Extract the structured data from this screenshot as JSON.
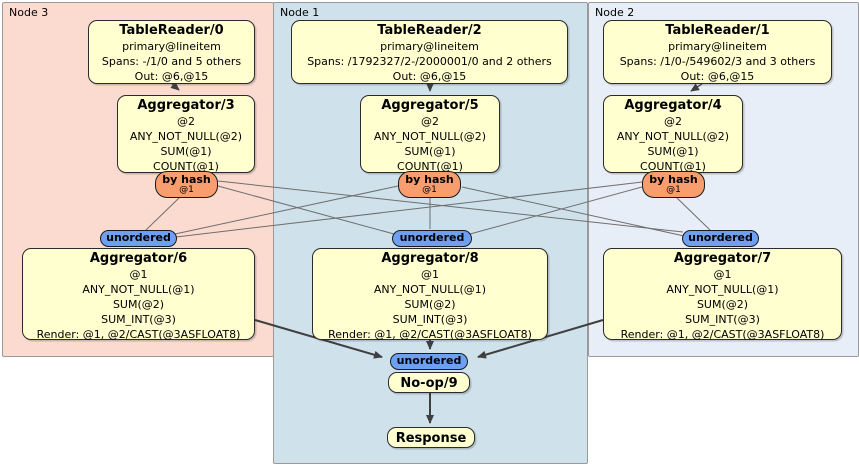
{
  "regions": {
    "node3": {
      "label": "Node 3"
    },
    "node1": {
      "label": "Node 1"
    },
    "node2": {
      "label": "Node 2"
    }
  },
  "boxes": {
    "tr0": {
      "title": "TableReader/0",
      "lines": [
        "primary@lineitem",
        "Spans: -/1/0 and 5 others",
        "Out: @6,@15"
      ]
    },
    "tr2": {
      "title": "TableReader/2",
      "lines": [
        "primary@lineitem",
        "Spans: /1792327/2-/2000001/0 and 2 others",
        "Out: @6,@15"
      ]
    },
    "tr1": {
      "title": "TableReader/1",
      "lines": [
        "primary@lineitem",
        "Spans: /1/0-/549602/3 and 3 others",
        "Out: @6,@15"
      ]
    },
    "agg3": {
      "title": "Aggregator/3",
      "lines": [
        "@2",
        "ANY_NOT_NULL(@2)",
        "SUM(@1)",
        "COUNT(@1)"
      ]
    },
    "agg5": {
      "title": "Aggregator/5",
      "lines": [
        "@2",
        "ANY_NOT_NULL(@2)",
        "SUM(@1)",
        "COUNT(@1)"
      ]
    },
    "agg4": {
      "title": "Aggregator/4",
      "lines": [
        "@2",
        "ANY_NOT_NULL(@2)",
        "SUM(@1)",
        "COUNT(@1)"
      ]
    },
    "agg6": {
      "title": "Aggregator/6",
      "lines": [
        "@1",
        "ANY_NOT_NULL(@1)",
        "SUM(@2)",
        "SUM_INT(@3)",
        "Render: @1, @2/CAST(@3ASFLOAT8)"
      ]
    },
    "agg8": {
      "title": "Aggregator/8",
      "lines": [
        "@1",
        "ANY_NOT_NULL(@1)",
        "SUM(@2)",
        "SUM_INT(@3)",
        "Render: @1, @2/CAST(@3ASFLOAT8)"
      ]
    },
    "agg7": {
      "title": "Aggregator/7",
      "lines": [
        "@1",
        "ANY_NOT_NULL(@1)",
        "SUM(@2)",
        "SUM_INT(@3)",
        "Render: @1, @2/CAST(@3ASFLOAT8)"
      ]
    },
    "noop9": {
      "title": "No-op/9"
    },
    "response": {
      "title": "Response"
    }
  },
  "routers": {
    "byhash3": {
      "label": "by hash",
      "detail": "@1"
    },
    "byhash5": {
      "label": "by hash",
      "detail": "@1"
    },
    "byhash4": {
      "label": "by hash",
      "detail": "@1"
    }
  },
  "syncs": {
    "u6": {
      "label": "unordered"
    },
    "u8": {
      "label": "unordered"
    },
    "u7": {
      "label": "unordered"
    },
    "u9": {
      "label": "unordered"
    }
  },
  "colors": {
    "node3_bg": "#fbdbd0",
    "node1_bg": "#cfe1eb",
    "node2_bg": "#e8eef7",
    "processor_bg": "#ffffd0",
    "router_bg": "#f89d6e",
    "sync_bg": "#6da0f2",
    "edge": "#3f3f3f"
  }
}
